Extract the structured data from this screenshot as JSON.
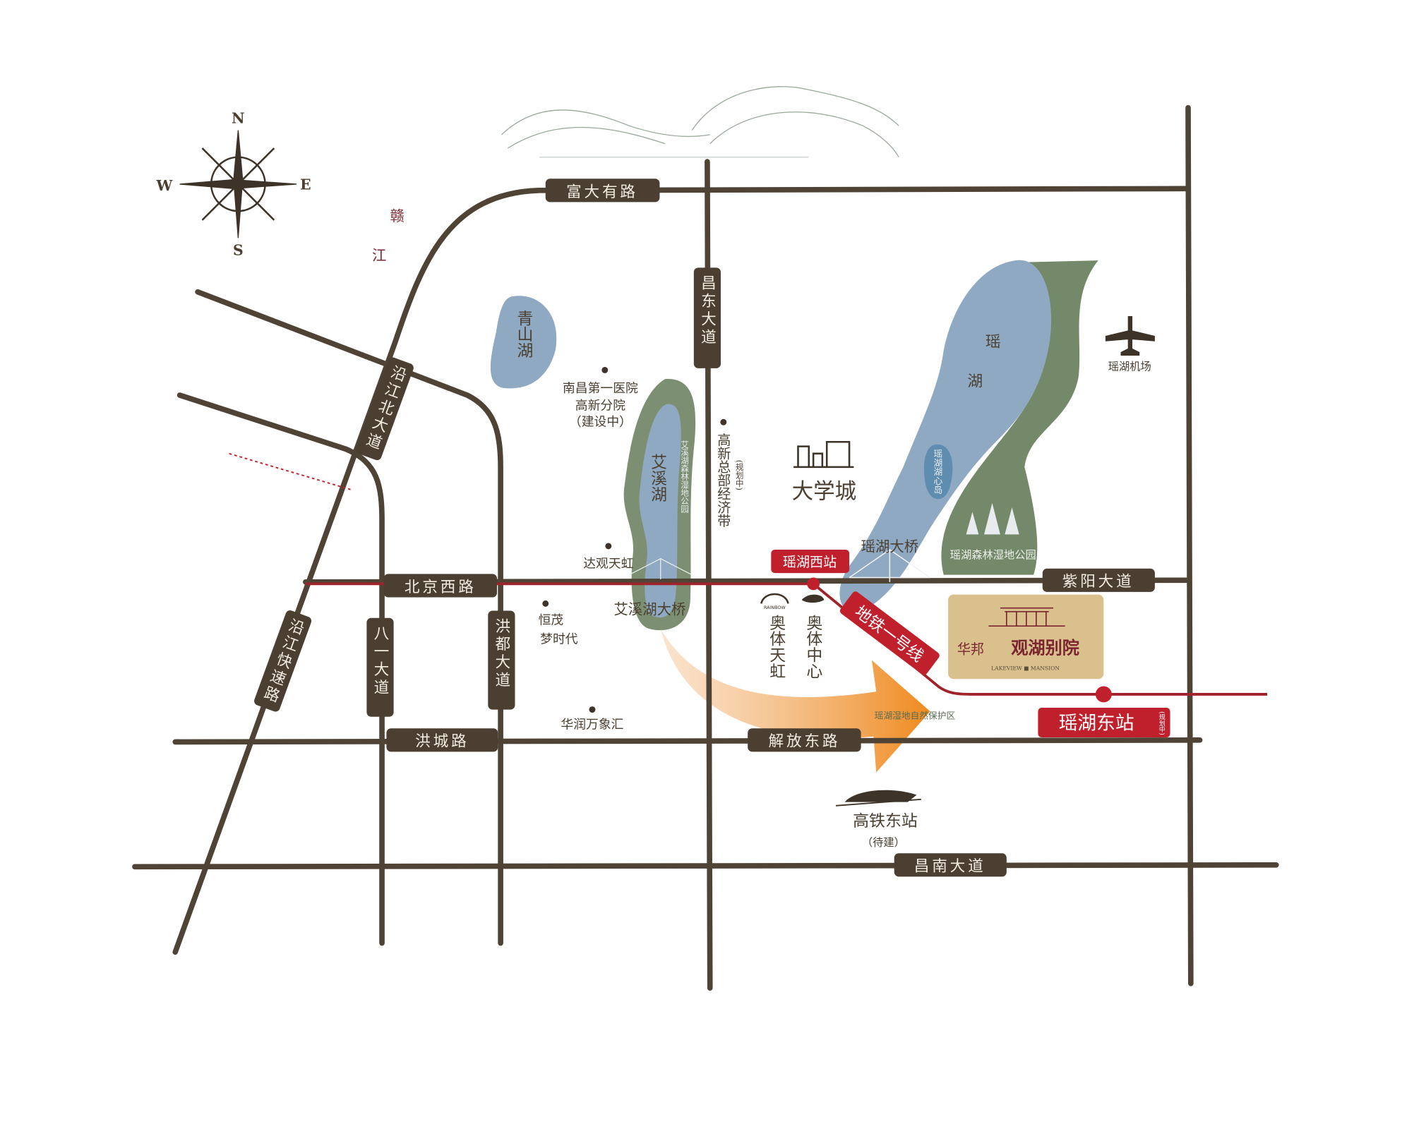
{
  "compass": {
    "n": "N",
    "s": "S",
    "e": "E",
    "w": "W"
  },
  "river": {
    "char1": "赣",
    "char2": "江"
  },
  "roads": {
    "fudayou": "富大有路",
    "changdong": "昌东大道",
    "beijingxi": "北京西路",
    "ziyang": "紫阳大道",
    "hongcheng": "洪城路",
    "jiefangdong": "解放东路",
    "changnan": "昌南大道",
    "yanjiangbei": "沿江北大道",
    "yanjiangkuaisu": "沿江快速路",
    "bayi": "八一大道",
    "hongdu": "洪都大道"
  },
  "lakes": {
    "qingshan": "青山湖",
    "aixi": "艾溪湖",
    "aixi_park": "艾溪湖森林湿地公园",
    "yaohu_1": "瑶",
    "yaohu_2": "湖",
    "island": "瑶湖湖心岛"
  },
  "poi": {
    "hospital_1": "南昌第一医院",
    "hospital_2": "高新分院",
    "hospital_3": "（建设中）",
    "hq": "高新总部经济带",
    "hq_note": "(规划中)",
    "daguan": "达观天虹",
    "aixi_bridge": "艾溪湖大桥",
    "hengmao_1": "恒茂",
    "hengmao_2": "梦时代",
    "huarun": "华润万象汇",
    "rainbow_logo": "RAINBOW",
    "aoti_tianhong": "奥体天虹",
    "aoti_center": "奥体中心",
    "university": "大学城",
    "yaohu_bridge": "瑶湖大桥",
    "forest_park": "瑶湖森林湿地公园",
    "wetland": "瑶湖湿地自然保护区",
    "airport": "瑶湖机场",
    "hsr_station": "高铁东站",
    "hsr_note": "（待建）"
  },
  "metro": {
    "line": "地铁一号线",
    "west_station": "瑶湖西站",
    "east_station": "瑶湖东站",
    "east_note": "(规划中)",
    "color": "#c0202c"
  },
  "project": {
    "developer": "华邦",
    "name": "观湖别院",
    "english": "LAKEVIEW ■ MANSION"
  }
}
